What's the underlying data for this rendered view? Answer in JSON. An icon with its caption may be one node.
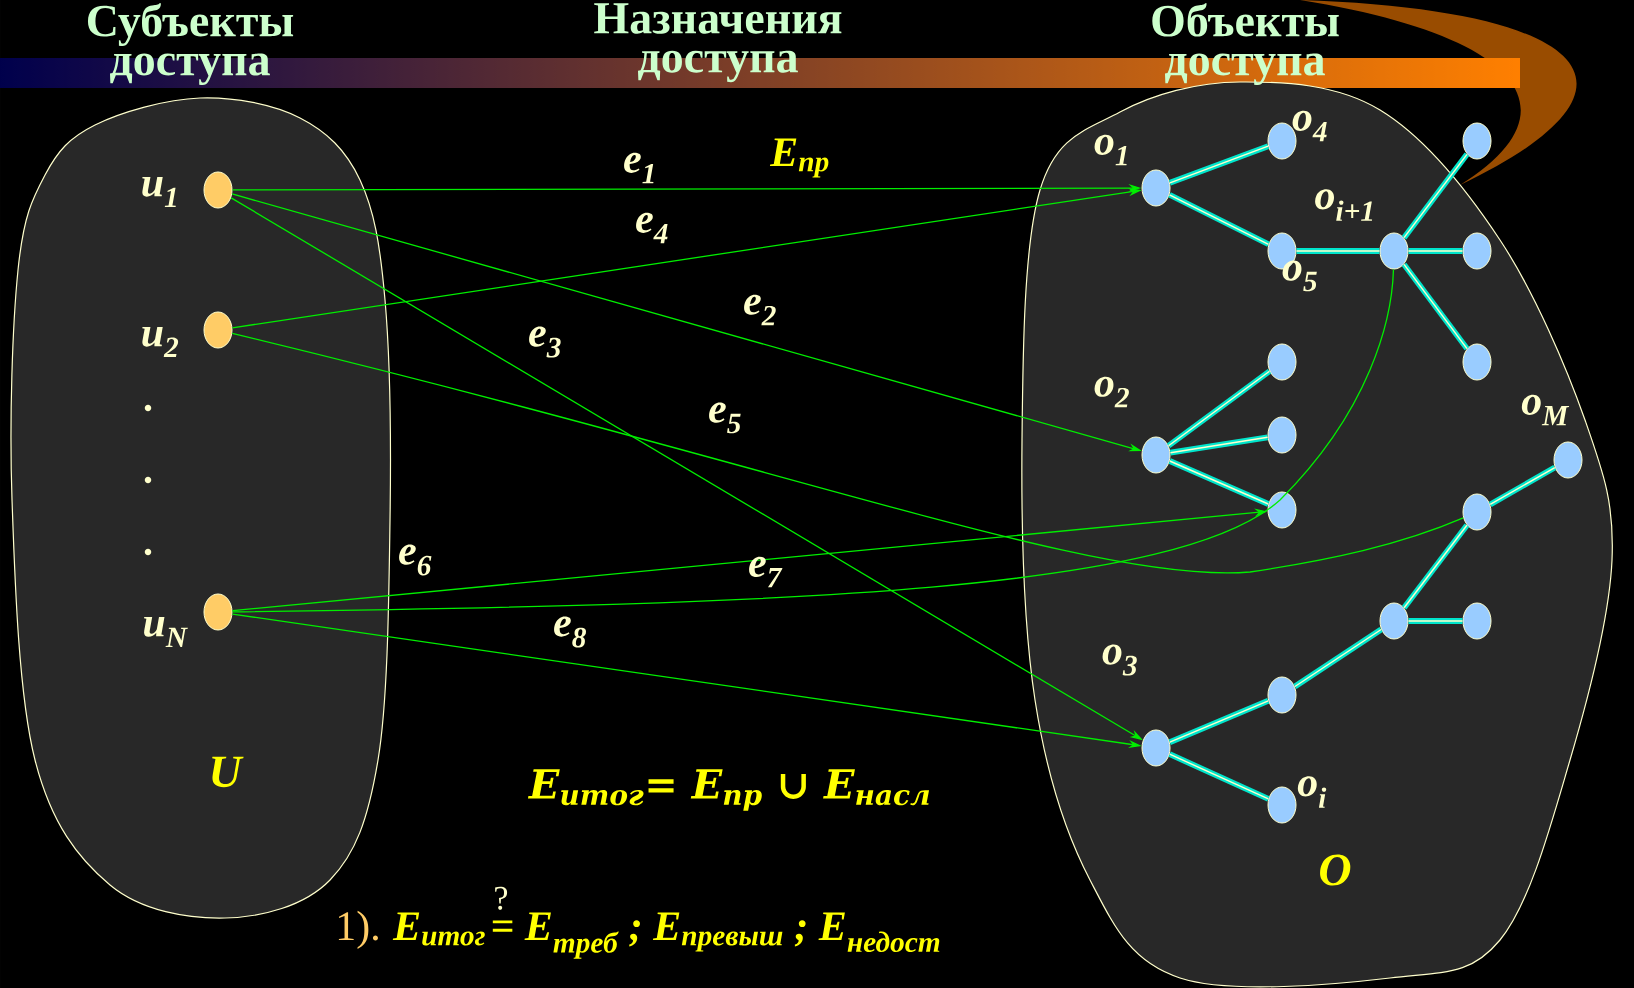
{
  "diagram": {
    "nodes": [
      {
        "text": [
          "Субъекты доступа",
          "U"
        ]
      },
      {
        "text": [],
        "shape": "circle",
        "beside": [
          "u$_{1}$"
        ],
        "in": 0
      },
      {
        "text": [],
        "shape": "circle",
        "beside": [
          "u$_{2}$"
        ],
        "in": 0
      },
      {
        "text": [],
        "shape": "circle",
        "beside": [
          "u$_{N}$"
        ],
        "in": 0
      },
      {
        "text": [
          "Объекты доступа",
          "O"
        ]
      },
      {
        "text": [],
        "shape": "circle",
        "beside": [
          "o$_{1}$"
        ],
        "in": 4
      },
      {
        "text": [],
        "shape": "circle",
        "beside": [
          "o$_{4}$"
        ],
        "in": 4
      },
      {
        "text": [],
        "shape": "circle",
        "beside": [
          "o$_{5}$"
        ],
        "in": 4
      },
      {
        "text": [],
        "shape": "circle",
        "beside": [
          "o$_{i+1}$"
        ],
        "in": 4
      },
      {
        "text": [],
        "shape": "circle",
        "in": 4
      },
      {
        "text": [],
        "shape": "circle",
        "in": 4
      },
      {
        "text": [],
        "shape": "circle",
        "in": 4
      },
      {
        "text": [],
        "shape": "circle",
        "beside": [
          "o$_{2}$"
        ],
        "in": 4
      },
      {
        "text": [],
        "shape": "circle",
        "in": 4
      },
      {
        "text": [],
        "shape": "circle",
        "in": 4
      },
      {
        "text": [],
        "shape": "circle",
        "in": 4
      },
      {
        "text": [],
        "shape": "circle",
        "beside": [
          "o$_{M}$"
        ],
        "in": 4
      },
      {
        "text": [],
        "shape": "circle",
        "in": 4
      },
      {
        "text": [],
        "shape": "circle",
        "in": 4
      },
      {
        "text": [],
        "shape": "circle",
        "in": 4
      },
      {
        "text": [],
        "shape": "circle",
        "beside": [
          "o$_{3}$"
        ],
        "in": 4
      },
      {
        "text": [],
        "shape": "circle",
        "in": 4
      },
      {
        "text": [],
        "shape": "circle",
        "beside": [
          "o$_{i}$"
        ],
        "in": 4
      }
    ],
    "edges": [
      {
        "from": 1,
        "to": 5,
        "arrow": "to",
        "label": "e$_{1}$",
        "color": "#00ee00"
      },
      {
        "from": 2,
        "to": 5,
        "arrow": "to",
        "label": "e$_{4}$",
        "color": "#00ee00"
      },
      {
        "from": 1,
        "to": 12,
        "arrow": "to",
        "label": "e$_{2}$",
        "color": "#00ee00"
      },
      {
        "from": 1,
        "to": 20,
        "arrow": "to",
        "label": "e$_{3}$",
        "color": "#00ee00"
      },
      {
        "from": 2,
        "to": 17,
        "arrow": "none",
        "label": "e$_{5}$",
        "color": "#00ee00"
      },
      {
        "from": 3,
        "to": 15,
        "arrow": "to",
        "label": "e$_{6}$",
        "color": "#00ee00"
      },
      {
        "from": 3,
        "to": 8,
        "arrow": "none",
        "label": "e$_{7}$",
        "color": "#00ee00"
      },
      {
        "from": 3,
        "to": 20,
        "arrow": "to",
        "label": "e$_{8}$",
        "color": "#00ee00"
      },
      {
        "from": 5,
        "to": 6,
        "arrow": "none"
      },
      {
        "from": 5,
        "to": 7,
        "arrow": "none"
      },
      {
        "from": 7,
        "to": 8,
        "arrow": "none"
      },
      {
        "from": 8,
        "to": 9,
        "arrow": "none"
      },
      {
        "from": 8,
        "to": 10,
        "arrow": "none"
      },
      {
        "from": 8,
        "to": 11,
        "arrow": "none"
      },
      {
        "from": 12,
        "to": 13,
        "arrow": "none"
      },
      {
        "from": 12,
        "to": 14,
        "arrow": "none"
      },
      {
        "from": 12,
        "to": 15,
        "arrow": "none"
      },
      {
        "from": 20,
        "to": 21,
        "arrow": "none"
      },
      {
        "from": 21,
        "to": 18,
        "arrow": "none"
      },
      {
        "from": 18,
        "to": 19,
        "arrow": "none"
      },
      {
        "from": 18,
        "to": 17,
        "arrow": "none"
      },
      {
        "from": 17,
        "to": 16,
        "arrow": "none"
      },
      {
        "from": 20,
        "to": 22,
        "arrow": "none"
      }
    ],
    "labels": [
      "Назначения доступа",
      ".",
      ".",
      ".",
      "E$_{пр}$",
      "E$_{итог}$= E$_{пр}$ ∪ E$_{насл}$",
      "1).",
      "E$_{итог}$",
      "?",
      "= E$_{треб}$ ; E$_{превыш}$ ; E$_{недост}$"
    ]
  }
}
